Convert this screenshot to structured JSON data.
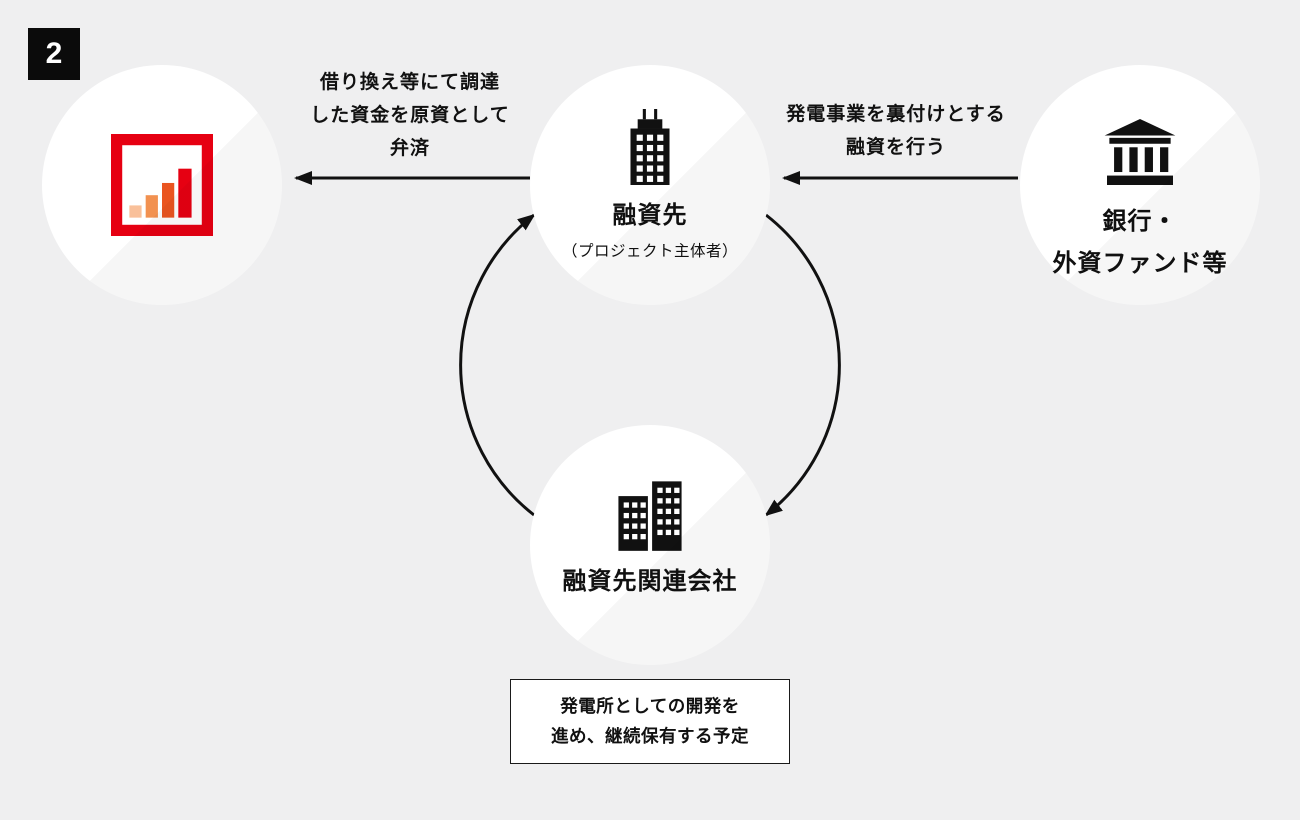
{
  "badge": {
    "number": "2"
  },
  "nodes": {
    "company": {
      "icon": "bar-chart-logo"
    },
    "borrower": {
      "label": "融資先",
      "sublabel": "（プロジェクト主体者）",
      "icon": "office-building"
    },
    "bank": {
      "lines": [
        "銀行・",
        "外資ファンド等"
      ],
      "icon": "bank"
    },
    "affiliate": {
      "label": "融資先関連会社",
      "icon": "two-buildings"
    }
  },
  "captions": {
    "repayment": {
      "lines": [
        "借り換え等にて調達",
        "した資金を原資として",
        "弁済"
      ]
    },
    "loan": {
      "lines": [
        "発電事業を裏付けとする",
        "融資を行う"
      ]
    }
  },
  "note": {
    "lines": [
      "発電所としての開発を",
      "進め、継続保有する予定"
    ]
  },
  "colors": {
    "background": "#efeff0",
    "ink": "#111111",
    "logo_red": "#e60012",
    "logo_bar_1": "#f9c09a",
    "logo_bar_2": "#f29150",
    "logo_bar_3": "#ea5520",
    "logo_bar_4": "#e60012"
  }
}
